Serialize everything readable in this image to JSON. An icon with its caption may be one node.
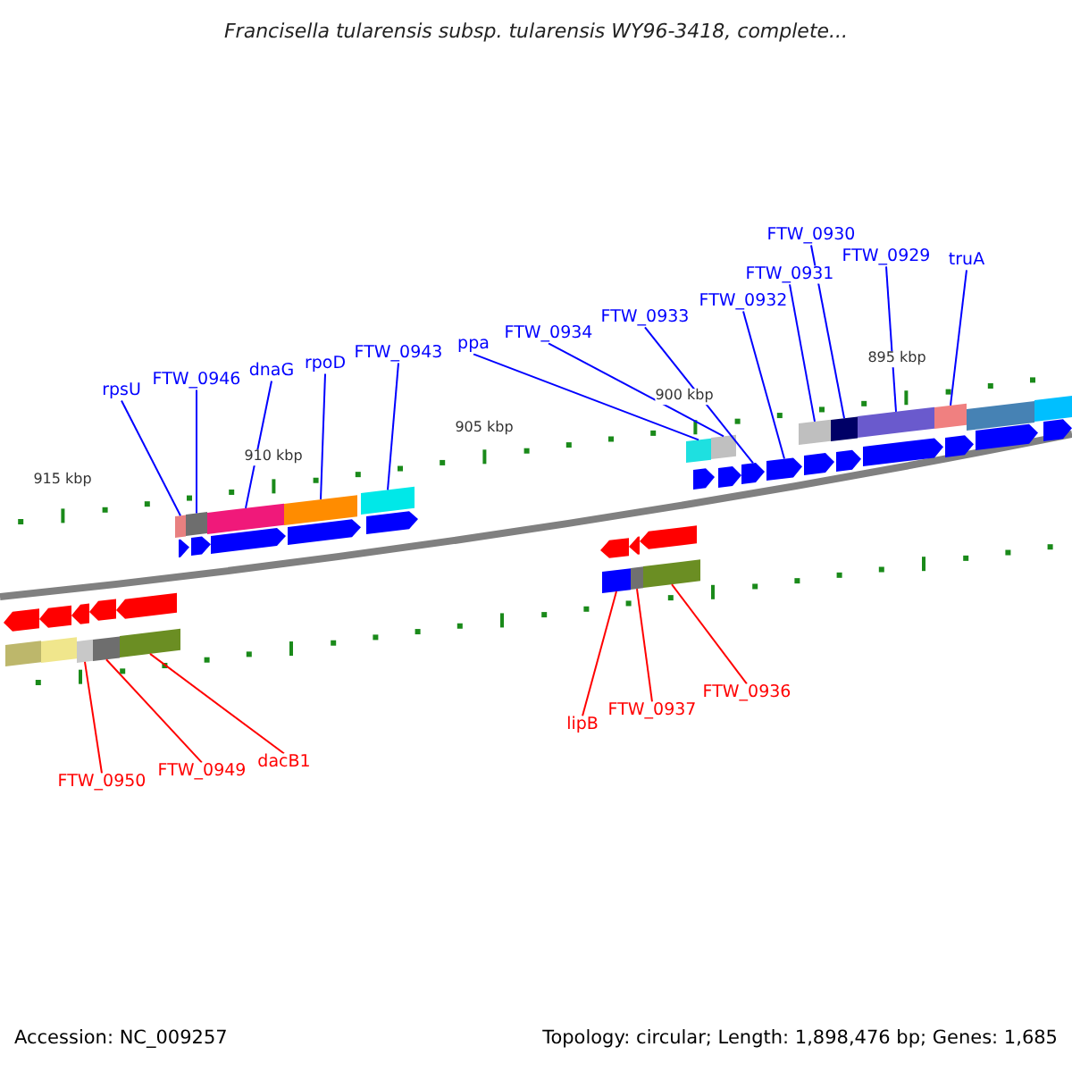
{
  "diagram": {
    "title": "Francisella tularensis subsp. tularensis WY96-3418, complete...",
    "nodes": [
      {
        "text": [
          "rpsU"
        ]
      },
      {
        "text": [
          "FTW_0946"
        ]
      },
      {
        "text": [
          "dnaG"
        ]
      },
      {
        "text": [
          "rpoD"
        ]
      },
      {
        "text": [
          "FTW_0943"
        ]
      },
      {
        "text": [
          "ppa"
        ]
      },
      {
        "text": [
          "FTW_0934"
        ]
      },
      {
        "text": [
          "FTW_0933"
        ]
      },
      {
        "text": [
          "FTW_0932"
        ]
      },
      {
        "text": [
          "FTW_0931"
        ]
      },
      {
        "text": [
          "FTW_0930"
        ]
      },
      {
        "text": [
          "FTW_0929"
        ]
      },
      {
        "text": [
          "truA"
        ]
      },
      {
        "text": [
          "FTW_0950"
        ]
      },
      {
        "text": [
          "FTW_0949"
        ]
      },
      {
        "text": [
          "dacB1"
        ]
      },
      {
        "text": [
          "lipB"
        ]
      },
      {
        "text": [
          "FTW_0937"
        ]
      },
      {
        "text": [
          "FTW_0936"
        ]
      },
      {
        "text": [],
        "shape": "box"
      },
      {
        "text": [],
        "shape": "box"
      },
      {
        "text": [],
        "shape": "box"
      },
      {
        "text": [],
        "shape": "box"
      },
      {
        "text": [],
        "shape": "box"
      },
      {
        "text": [],
        "shape": "box"
      },
      {
        "text": [],
        "shape": "box"
      },
      {
        "text": [],
        "shape": "arrow"
      },
      {
        "text": [],
        "shape": "arrow"
      },
      {
        "text": [],
        "shape": "box"
      },
      {
        "text": [],
        "shape": "box"
      },
      {
        "text": [],
        "shape": "box"
      },
      {
        "text": [],
        "shape": "box"
      },
      {
        "text": [],
        "shape": "box"
      },
      {
        "text": [],
        "shape": "box"
      },
      {
        "text": [],
        "shape": "box"
      },
      {
        "text": [],
        "shape": "box"
      },
      {
        "text": [],
        "shape": "box"
      },
      {
        "text": [],
        "shape": "box"
      },
      {
        "text": [],
        "shape": "arrow"
      },
      {
        "text": [],
        "shape": "arrow"
      },
      {
        "text": [],
        "shape": "arrow"
      },
      {
        "text": [],
        "shape": "arrow"
      },
      {
        "text": [],
        "shape": "arrow"
      },
      {
        "text": [],
        "shape": "arrow"
      },
      {
        "text": [],
        "shape": "arrow"
      },
      {
        "text": [],
        "shape": "arrow"
      },
      {
        "text": [],
        "shape": "arrow"
      },
      {
        "text": [],
        "shape": "arrow"
      },
      {
        "text": [],
        "shape": "arrow"
      },
      {
        "text": [],
        "shape": "arrow"
      },
      {
        "text": [],
        "shape": "arrow"
      },
      {
        "text": [],
        "shape": "box"
      },
      {
        "text": [],
        "shape": "box"
      },
      {
        "text": [],
        "shape": "arrow"
      },
      {
        "text": [],
        "shape": "arrow"
      },
      {
        "text": [],
        "shape": "arrow"
      },
      {
        "text": [],
        "shape": "arrow"
      },
      {
        "text": [],
        "shape": "arrow"
      },
      {
        "text": [],
        "shape": "box"
      },
      {
        "text": [],
        "shape": "box"
      },
      {
        "text": [],
        "shape": "arrow"
      },
      {
        "text": [],
        "shape": "arrow"
      },
      {
        "text": [],
        "shape": "arrow"
      }
    ],
    "edges": [
      {
        "from": 0,
        "to": 19,
        "arrow": "none"
      },
      {
        "from": 1,
        "to": 20,
        "arrow": "none"
      },
      {
        "from": 2,
        "to": 21,
        "arrow": "none"
      },
      {
        "from": 3,
        "to": 22,
        "arrow": "none"
      },
      {
        "from": 4,
        "to": 23,
        "arrow": "none"
      },
      {
        "from": 5,
        "to": 24,
        "arrow": "none"
      },
      {
        "from": 6,
        "to": 25,
        "arrow": "none"
      },
      {
        "from": 7,
        "to": 26,
        "arrow": "none"
      },
      {
        "from": 8,
        "to": 27,
        "arrow": "none"
      },
      {
        "from": 9,
        "to": 28,
        "arrow": "none"
      },
      {
        "from": 10,
        "to": 29,
        "arrow": "none"
      },
      {
        "from": 11,
        "to": 30,
        "arrow": "none"
      },
      {
        "from": 12,
        "to": 31,
        "arrow": "none"
      },
      {
        "from": 13,
        "to": 32,
        "arrow": "none",
        "color": "#ff0000"
      },
      {
        "from": 14,
        "to": 33,
        "arrow": "none",
        "color": "#ff0000"
      },
      {
        "from": 15,
        "to": 34,
        "arrow": "none",
        "color": "#ff0000"
      },
      {
        "from": 16,
        "to": 35,
        "arrow": "none",
        "color": "#ff0000"
      },
      {
        "from": 17,
        "to": 36,
        "arrow": "none",
        "color": "#ff0000"
      },
      {
        "from": 18,
        "to": 37,
        "arrow": "none",
        "color": "#ff0000"
      }
    ],
    "labels": [
      "915 kbp",
      "910 kbp",
      "905 kbp",
      "900 kbp",
      "895 kbp",
      "Accession: NC_009257",
      "Topology: circular; Length: 1,898,476 bp; Genes: 1,685"
    ]
  }
}
